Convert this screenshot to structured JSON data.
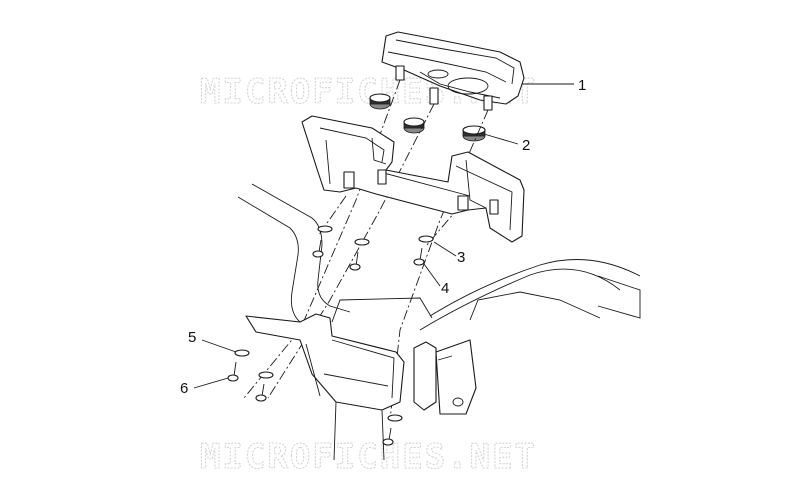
{
  "watermarks": [
    "MICROFICHES.NET",
    "MICROFICHES.NET"
  ],
  "callouts": [
    {
      "label": "1"
    },
    {
      "label": "2"
    },
    {
      "label": "3"
    },
    {
      "label": "4"
    },
    {
      "label": "5"
    },
    {
      "label": "6"
    }
  ],
  "colors": {
    "line": "#1a1a1a",
    "watermark": "#d4d4d4",
    "background": "#ffffff"
  }
}
